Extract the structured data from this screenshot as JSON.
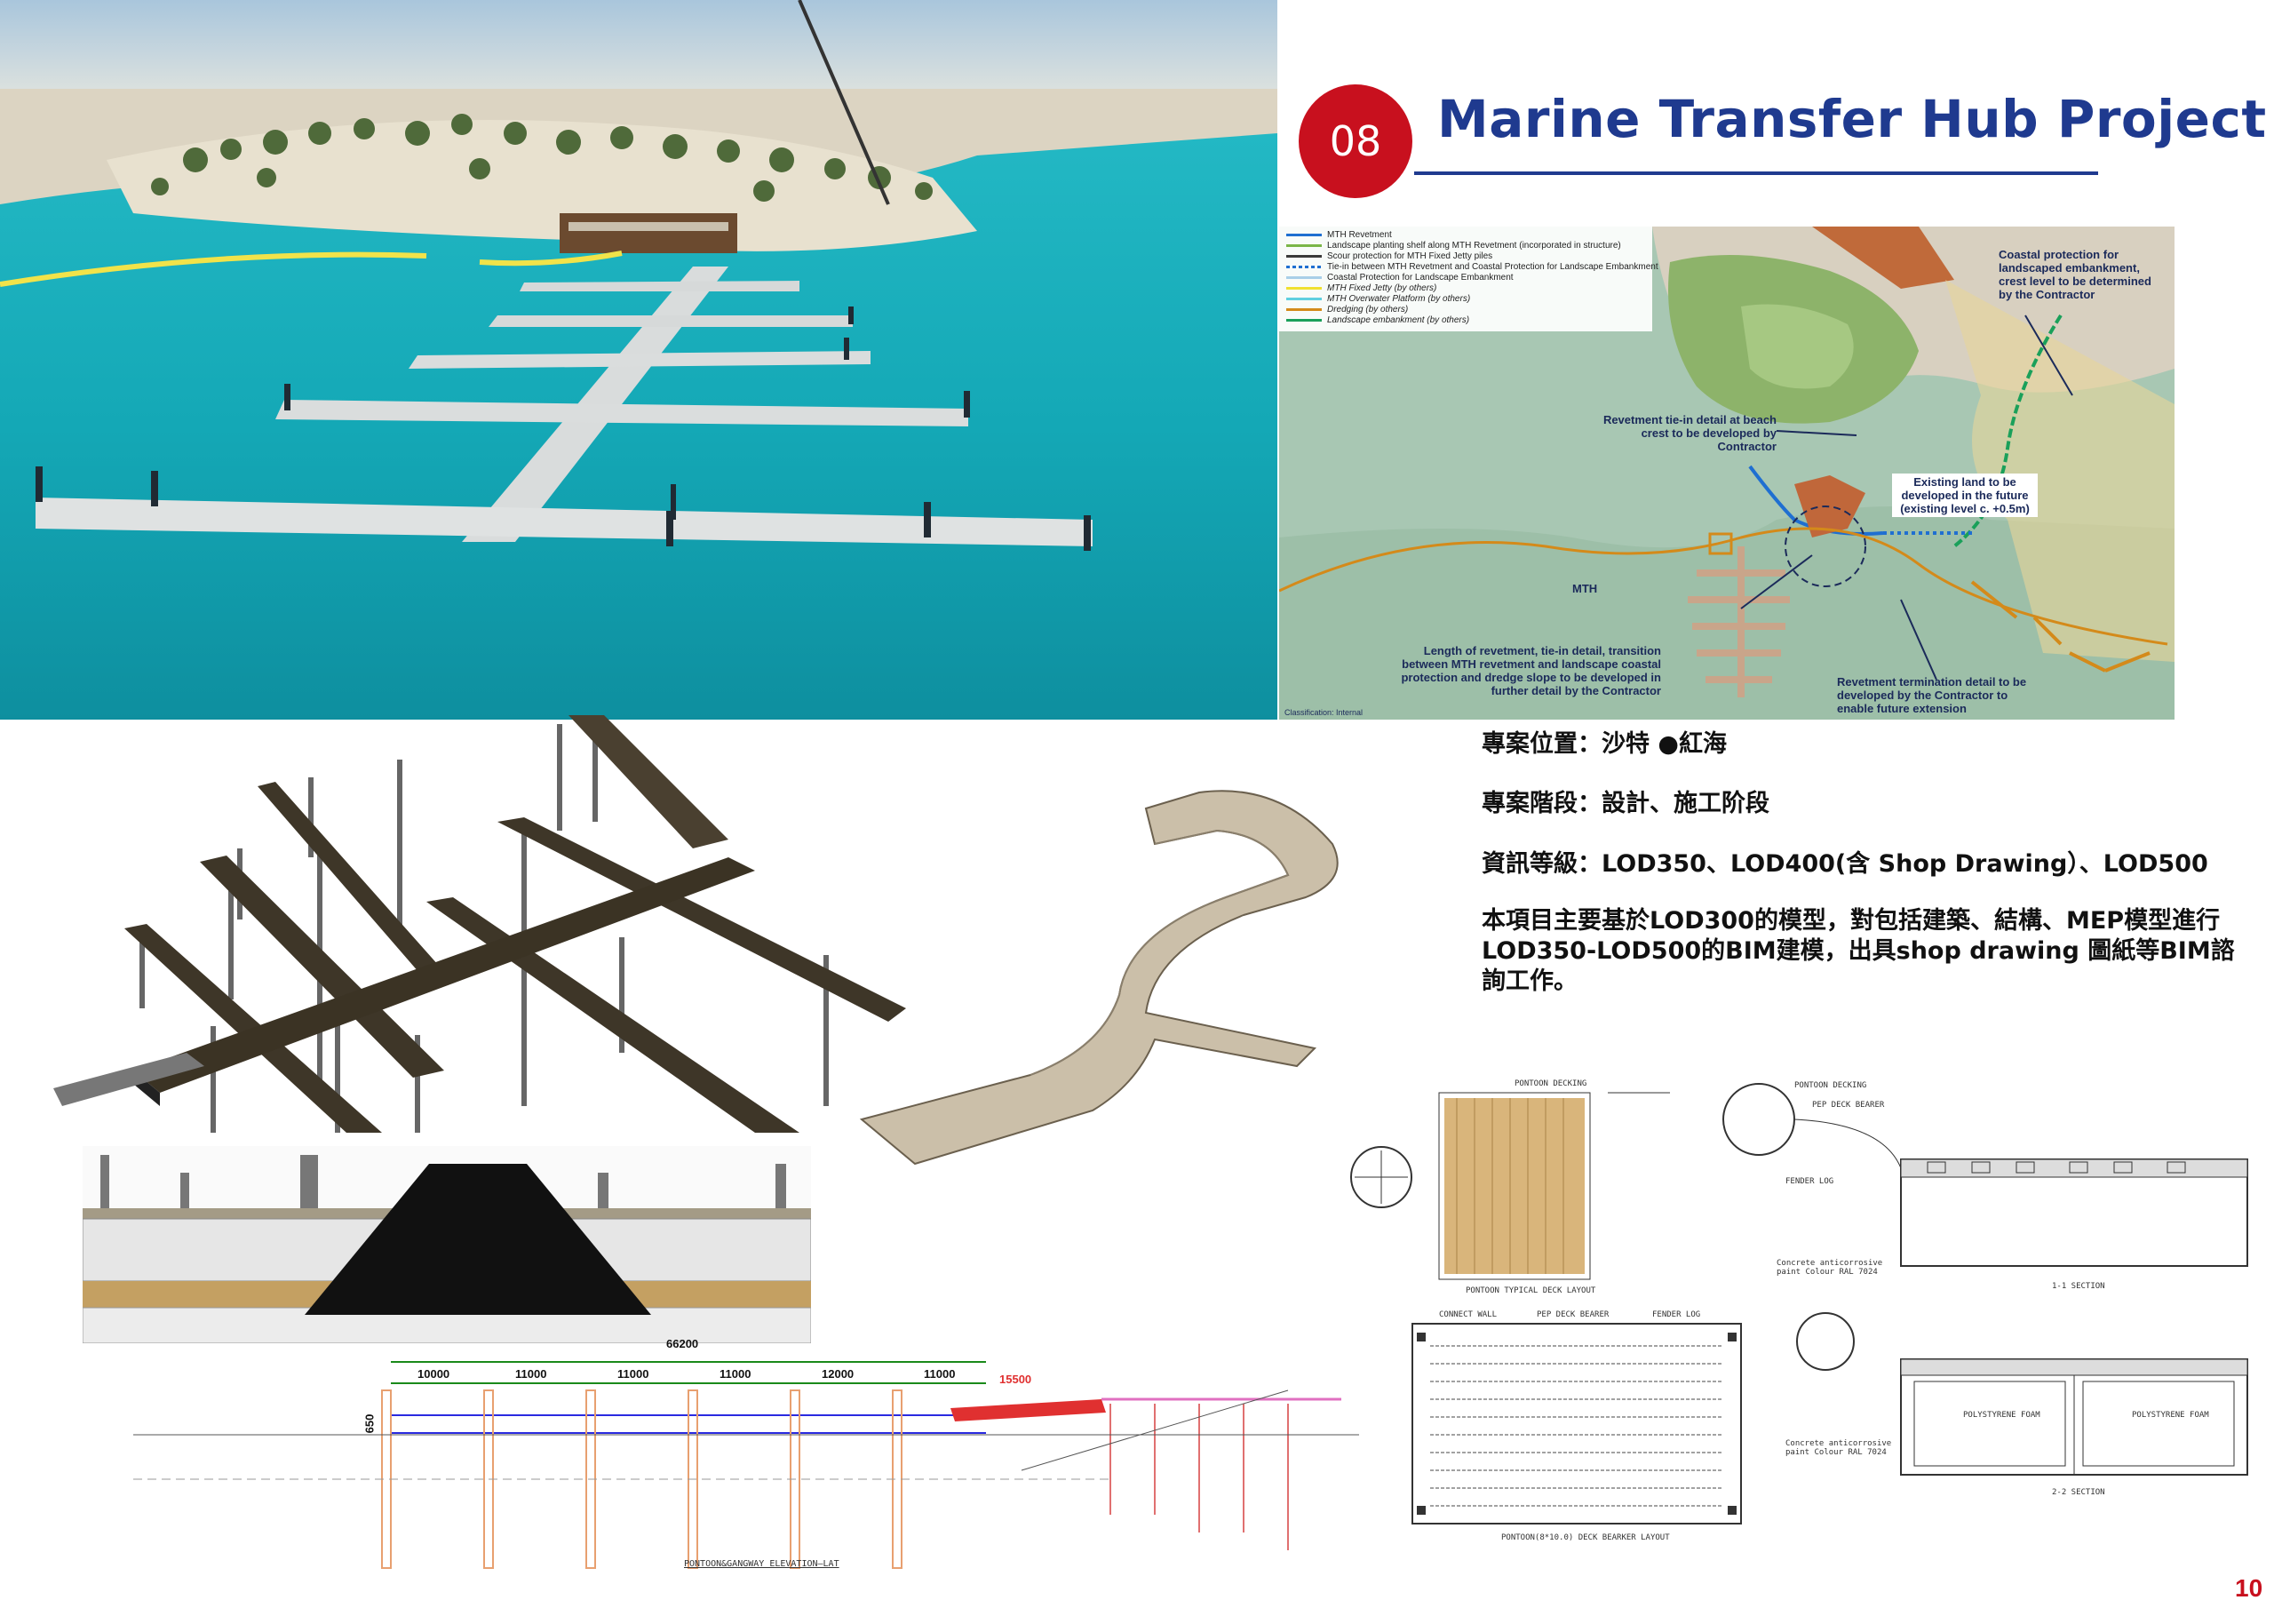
{
  "header": {
    "number": "08",
    "title": "Marine Transfer Hub Project"
  },
  "map": {
    "legend": [
      {
        "label": "MTH Revetment",
        "color": "#1f6fd1"
      },
      {
        "label": "Landscape planting shelf along MTH Revetment (incorporated in structure)",
        "color": "#7ab648"
      },
      {
        "label": "Scour protection for MTH Fixed Jetty piles",
        "color": "#3a3a3a"
      },
      {
        "label": "Tie-in between MTH Revetment and Coastal Protection for Landscape Embankment",
        "color": "#1f6fd1"
      },
      {
        "label": "Coastal Protection for Landscape Embankment",
        "color": "#a9cfe8"
      },
      {
        "label": "MTH Fixed Jetty (by others)",
        "color": "#f0e030"
      },
      {
        "label": "MTH Overwater Platform (by others)",
        "color": "#5fd0e0"
      },
      {
        "label": "Dredging (by others)",
        "color": "#d48a1a"
      },
      {
        "label": "Landscape embankment (by others)",
        "color": "#1aa05a"
      }
    ],
    "annotations": {
      "coastal": "Coastal protection for landscaped embankment, crest level to be determined by the Contractor",
      "tiein": "Revetment tie-in detail at beach crest to be developed by Contractor",
      "existing": "Existing land to be developed in the future (existing level c. +0.5m)",
      "mth": "MTH",
      "length": "Length of revetment, tie-in detail, transition between MTH revetment and landscape coastal protection and dredge slope to be developed in further detail by the Contractor",
      "termination": "Revetment termination detail to be developed by the Contractor to enable future extension",
      "classification": "Classification: Internal"
    }
  },
  "info": {
    "location": "專案位置：沙特 ●紅海",
    "stage": "專案階段：設計、施工阶段",
    "lod": "資訊等級：LOD350、LOD400(含 Shop Drawing）、LOD500",
    "description": "本項目主要基於LOD300的模型，對包括建築、結構、MEP模型進行LOD350-LOD500的BIM建模，出具shop drawing 圖紙等BIM諮詢工作。"
  },
  "elevation": {
    "total": "66200",
    "spans": [
      "10000",
      "11000",
      "11000",
      "11000",
      "12000",
      "11000"
    ],
    "gangway": "15500",
    "left_dim": "650",
    "caption": "PONTOON&GANGWAY ELEVATION—LAT"
  },
  "drawings": {
    "deck_layout": "PONTOON TYPICAL DECK LAYOUT",
    "bearer_layout": "PONTOON(8*10.0) DECK BEARKER LAYOUT",
    "section_1": "1-1 SECTION",
    "section_2": "2-2 SECTION",
    "polystyrene": "POLYSTYRENE FOAM",
    "pontoon_decking": "PONTOON DECKING",
    "pe_deck_bearer": "PEP DECK BEARER",
    "fender_log": "FENDER LOG",
    "connect_wall": "CONNECT WALL",
    "concrete_paint": "Concrete anticorrosive paint Colour RAL 7024"
  },
  "page_number": "10"
}
